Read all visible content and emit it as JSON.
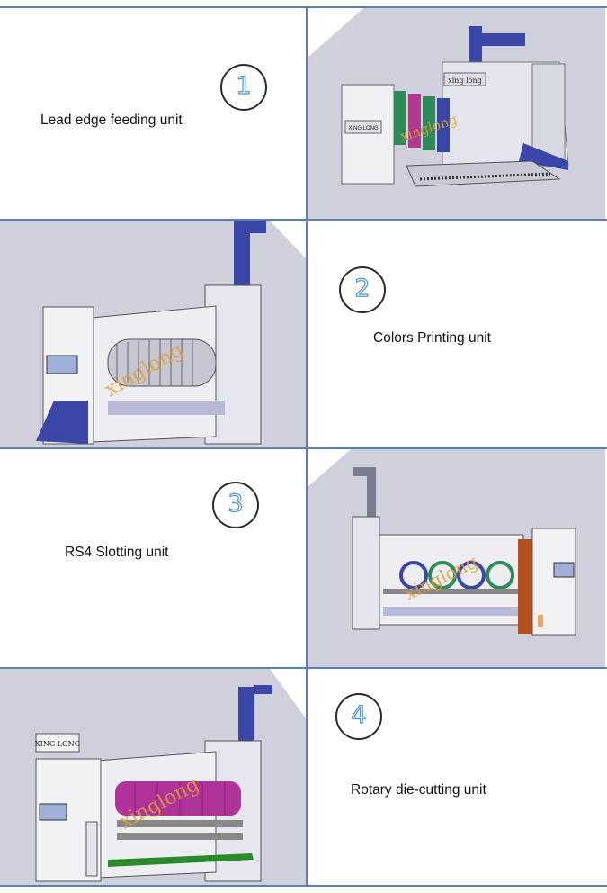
{
  "units": [
    {
      "number": "1",
      "label": "Lead edge feeding unit",
      "watermark": "xinglong",
      "nameplate": "xing long",
      "panel_text": "XING LONG"
    },
    {
      "number": "2",
      "label": "Colors Printing unit",
      "watermark": "xinglong"
    },
    {
      "number": "3",
      "label": "RS4 Slotting unit",
      "watermark": "xinglong"
    },
    {
      "number": "4",
      "label": "Rotary die-cutting unit",
      "watermark": "xinglong",
      "nameplate": "XING LONG"
    }
  ],
  "colors": {
    "frame": "#5b7fb0",
    "picture_bg": "#cfd0dc",
    "accent_blue": "#3a47a8",
    "numeral_outline": "#4f93cf"
  }
}
